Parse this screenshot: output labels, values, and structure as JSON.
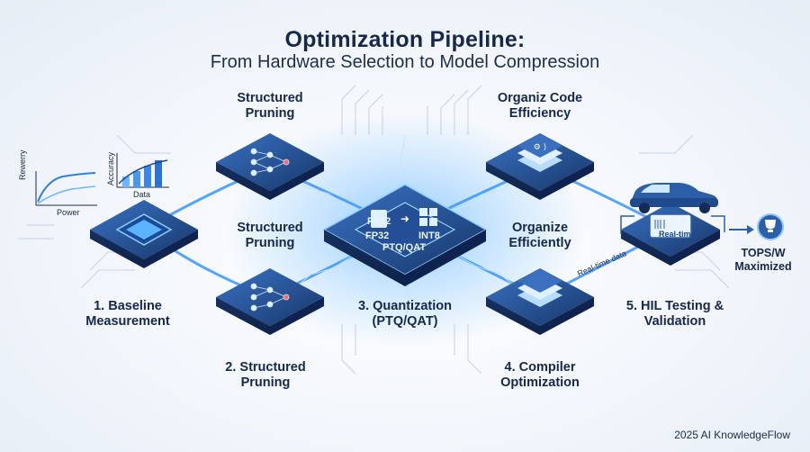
{
  "header": {
    "title": "Optimization Pipeline:",
    "subtitle": "From Hardware Selection to Model Compression"
  },
  "labels": {
    "top_left_module": "Structured\nPruning",
    "top_right_module": "Organiz Code\nEfficiency",
    "mid_left_module": "Structured\nPruning",
    "mid_right_module": "Organize\nEfficiently",
    "step1": "1. Baseline\nMeasurement",
    "step2": "2. Structured\nPruning",
    "step3": "3. Quantization\n(PTQ/QAT)",
    "step4": "4. Compiler\nOptimization",
    "step5": "5. HIL Testing &\nValidation",
    "result": "TOPS/W\nMaximized"
  },
  "center_chip": {
    "from": "FP32",
    "to": "INT8",
    "from_sub": "FP32",
    "method": "PTQ/QAT"
  },
  "mini_charts": {
    "chart_a": {
      "ylabel": "Rewerry",
      "xlabel": "Power"
    },
    "chart_b": {
      "ylabel": "Accuracy",
      "xlabel": "Data"
    }
  },
  "hil": {
    "screen_label": "Real-time",
    "link_label": "Real-time data"
  },
  "footer": {
    "credit": "2025 AI KnowledgeFlow"
  },
  "colors": {
    "chip_dark": "#1d3f78",
    "chip_light": "#3a72c4",
    "glow": "#4aa8ff",
    "text": "#17294a"
  }
}
